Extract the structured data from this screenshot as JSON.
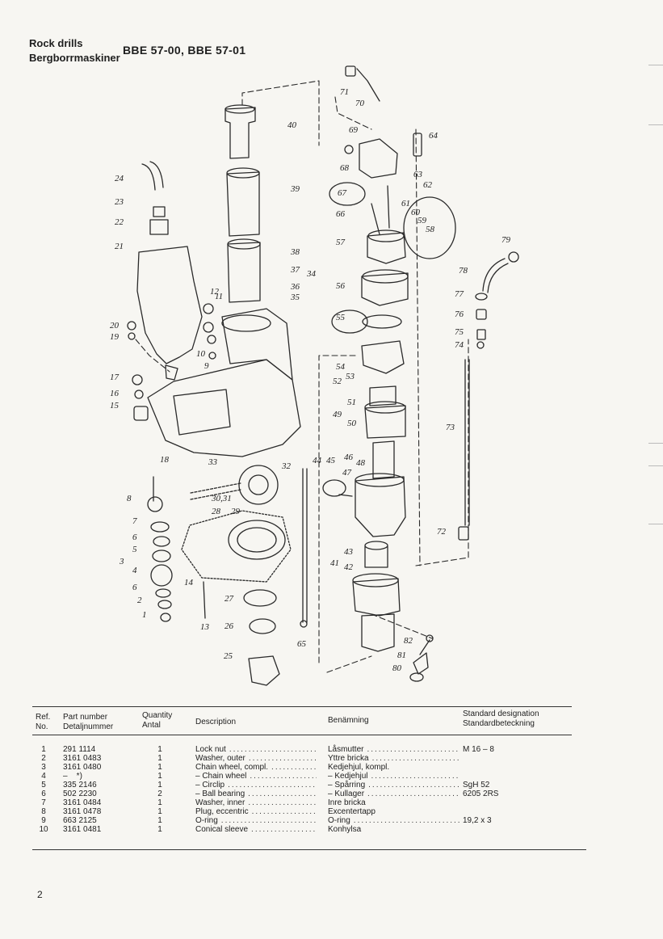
{
  "header": {
    "title": "Rock drills",
    "subtitle": "Bergborrmaskiner",
    "models": "BBE 57-00, BBE 57-01"
  },
  "diagram": {
    "callouts": [
      "1",
      "2",
      "3",
      "4",
      "5",
      "6",
      "6",
      "7",
      "8",
      "9",
      "10",
      "11",
      "12",
      "13",
      "14",
      "15",
      "16",
      "17",
      "18",
      "19",
      "20",
      "21",
      "22",
      "23",
      "24",
      "25",
      "26",
      "27",
      "28",
      "29",
      "30,31",
      "32",
      "33",
      "34",
      "35",
      "36",
      "37",
      "38",
      "39",
      "40",
      "41",
      "42",
      "43",
      "44",
      "45",
      "46",
      "47",
      "48",
      "49",
      "50",
      "51",
      "52",
      "53",
      "54",
      "55",
      "56",
      "57",
      "58",
      "59",
      "60",
      "61",
      "62",
      "63",
      "64",
      "65",
      "66",
      "67",
      "68",
      "69",
      "70",
      "71",
      "72",
      "73",
      "74",
      "75",
      "76",
      "77",
      "78",
      "79",
      "80",
      "81",
      "82"
    ]
  },
  "table": {
    "headers": {
      "ref": "Ref.",
      "ref2": "No.",
      "part": "Part number",
      "part2": "Detaljnummer",
      "qty": "Quantity",
      "qty2": "Antal",
      "desc": "Description",
      "ben": "Benämning",
      "std": "Standard designation",
      "std2": "Standardbeteckning"
    },
    "rows": [
      {
        "ref": "1",
        "part": "291 1114",
        "qty": "1",
        "desc": "Lock nut",
        "ben": "Låsmutter",
        "std": "M 16 – 8"
      },
      {
        "ref": "2",
        "part": "3161 0483",
        "qty": "1",
        "desc": "Washer, outer",
        "ben": "Yttre bricka",
        "std": ""
      },
      {
        "ref": "3",
        "part": "3161 0480",
        "qty": "1",
        "desc": "Chain wheel, compl.",
        "ben": "Kedjehjul, kompl.",
        "std": ""
      },
      {
        "ref": "4",
        "part": "–    *)",
        "qty": "1",
        "desc": "– Chain wheel",
        "ben": "– Kedjehjul",
        "std": ""
      },
      {
        "ref": "5",
        "part": "335 2146",
        "qty": "1",
        "desc": "– Circlip",
        "ben": "– Spårring",
        "std": "SgH 52"
      },
      {
        "ref": "6",
        "part": "502 2230",
        "qty": "2",
        "desc": "– Ball bearing",
        "ben": "– Kullager",
        "std": "6205 2RS"
      },
      {
        "ref": "7",
        "part": "3161 0484",
        "qty": "1",
        "desc": "Washer, inner",
        "ben": "Inre bricka",
        "std": ""
      },
      {
        "ref": "8",
        "part": "3161 0478",
        "qty": "1",
        "desc": "Plug, eccentric",
        "ben": "Excentertapp",
        "std": ""
      },
      {
        "ref": "9",
        "part": "663 2125",
        "qty": "1",
        "desc": "O-ring",
        "ben": "O-ring",
        "std": "19,2 x 3"
      },
      {
        "ref": "10",
        "part": "3161 0481",
        "qty": "1",
        "desc": "Conical sleeve",
        "ben": "Konhylsa",
        "std": ""
      }
    ]
  },
  "footer": {
    "page_number": "2"
  }
}
